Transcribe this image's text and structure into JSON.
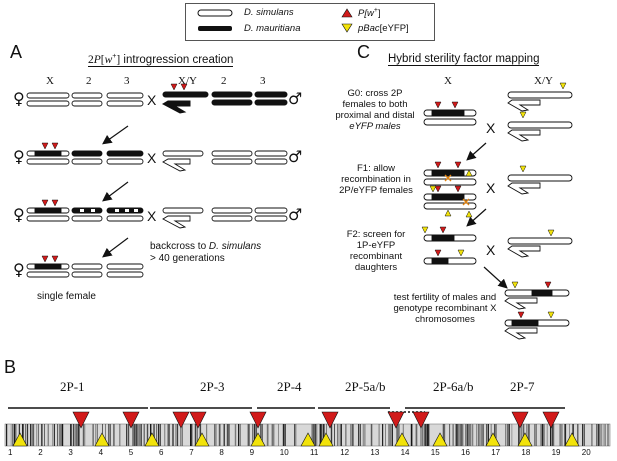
{
  "legend": {
    "simulans": "D. simulans",
    "mauritiana": "D. mauritiana",
    "pw": "P[w",
    "pw_sup": "+",
    "pw_end": "]",
    "pbac": "pBac",
    "pbac_br": "[eYFP]",
    "colors": {
      "red_marker": "#d11a1a",
      "yellow_marker": "#f2e30a",
      "outline": "#111111"
    }
  },
  "panel_a": {
    "letter": "A",
    "title_pre": "2P[w",
    "title_sup": "+",
    "title_post": "] introgression creation",
    "chrom_headers": [
      "X",
      "2",
      "3",
      "X/Y",
      "2",
      "3"
    ],
    "female_symbol": "♀",
    "male_symbol": "♂",
    "cross_symbol": "X",
    "backcross_line1_pre": "backcross to ",
    "backcross_line1_it": "D. simulans",
    "backcross_line2": "> 40 generations",
    "single_female": "single female"
  },
  "panel_c": {
    "letter": "C",
    "title": "Hybrid sterility factor mapping",
    "col_x": "X",
    "col_xy": "X/Y",
    "cross_symbol": "X",
    "g0_lines": [
      "G0: cross 2P",
      "females to both",
      "proximal and distal",
      "eYFP males"
    ],
    "f1_lines": [
      "F1: allow",
      "recombination in",
      "2P/eYFP females"
    ],
    "f2_lines": [
      "F2: screen for",
      "1P-eYFP",
      "recombinant",
      "daughters"
    ],
    "test_lines": [
      "test fertility of males and",
      "genotype recombinant X",
      "chromosomes"
    ]
  },
  "panel_b": {
    "letter": "B",
    "map_labels": [
      "2P-1",
      "2P-3",
      "2P-4",
      "2P-5a/b",
      "2P-6a/b",
      "2P-7"
    ],
    "band_numbers": [
      "1",
      "2",
      "3",
      "4",
      "5",
      "6",
      "7",
      "8",
      "9",
      "10",
      "11",
      "12",
      "13",
      "14",
      "15",
      "16",
      "17",
      "18",
      "19",
      "20"
    ]
  }
}
